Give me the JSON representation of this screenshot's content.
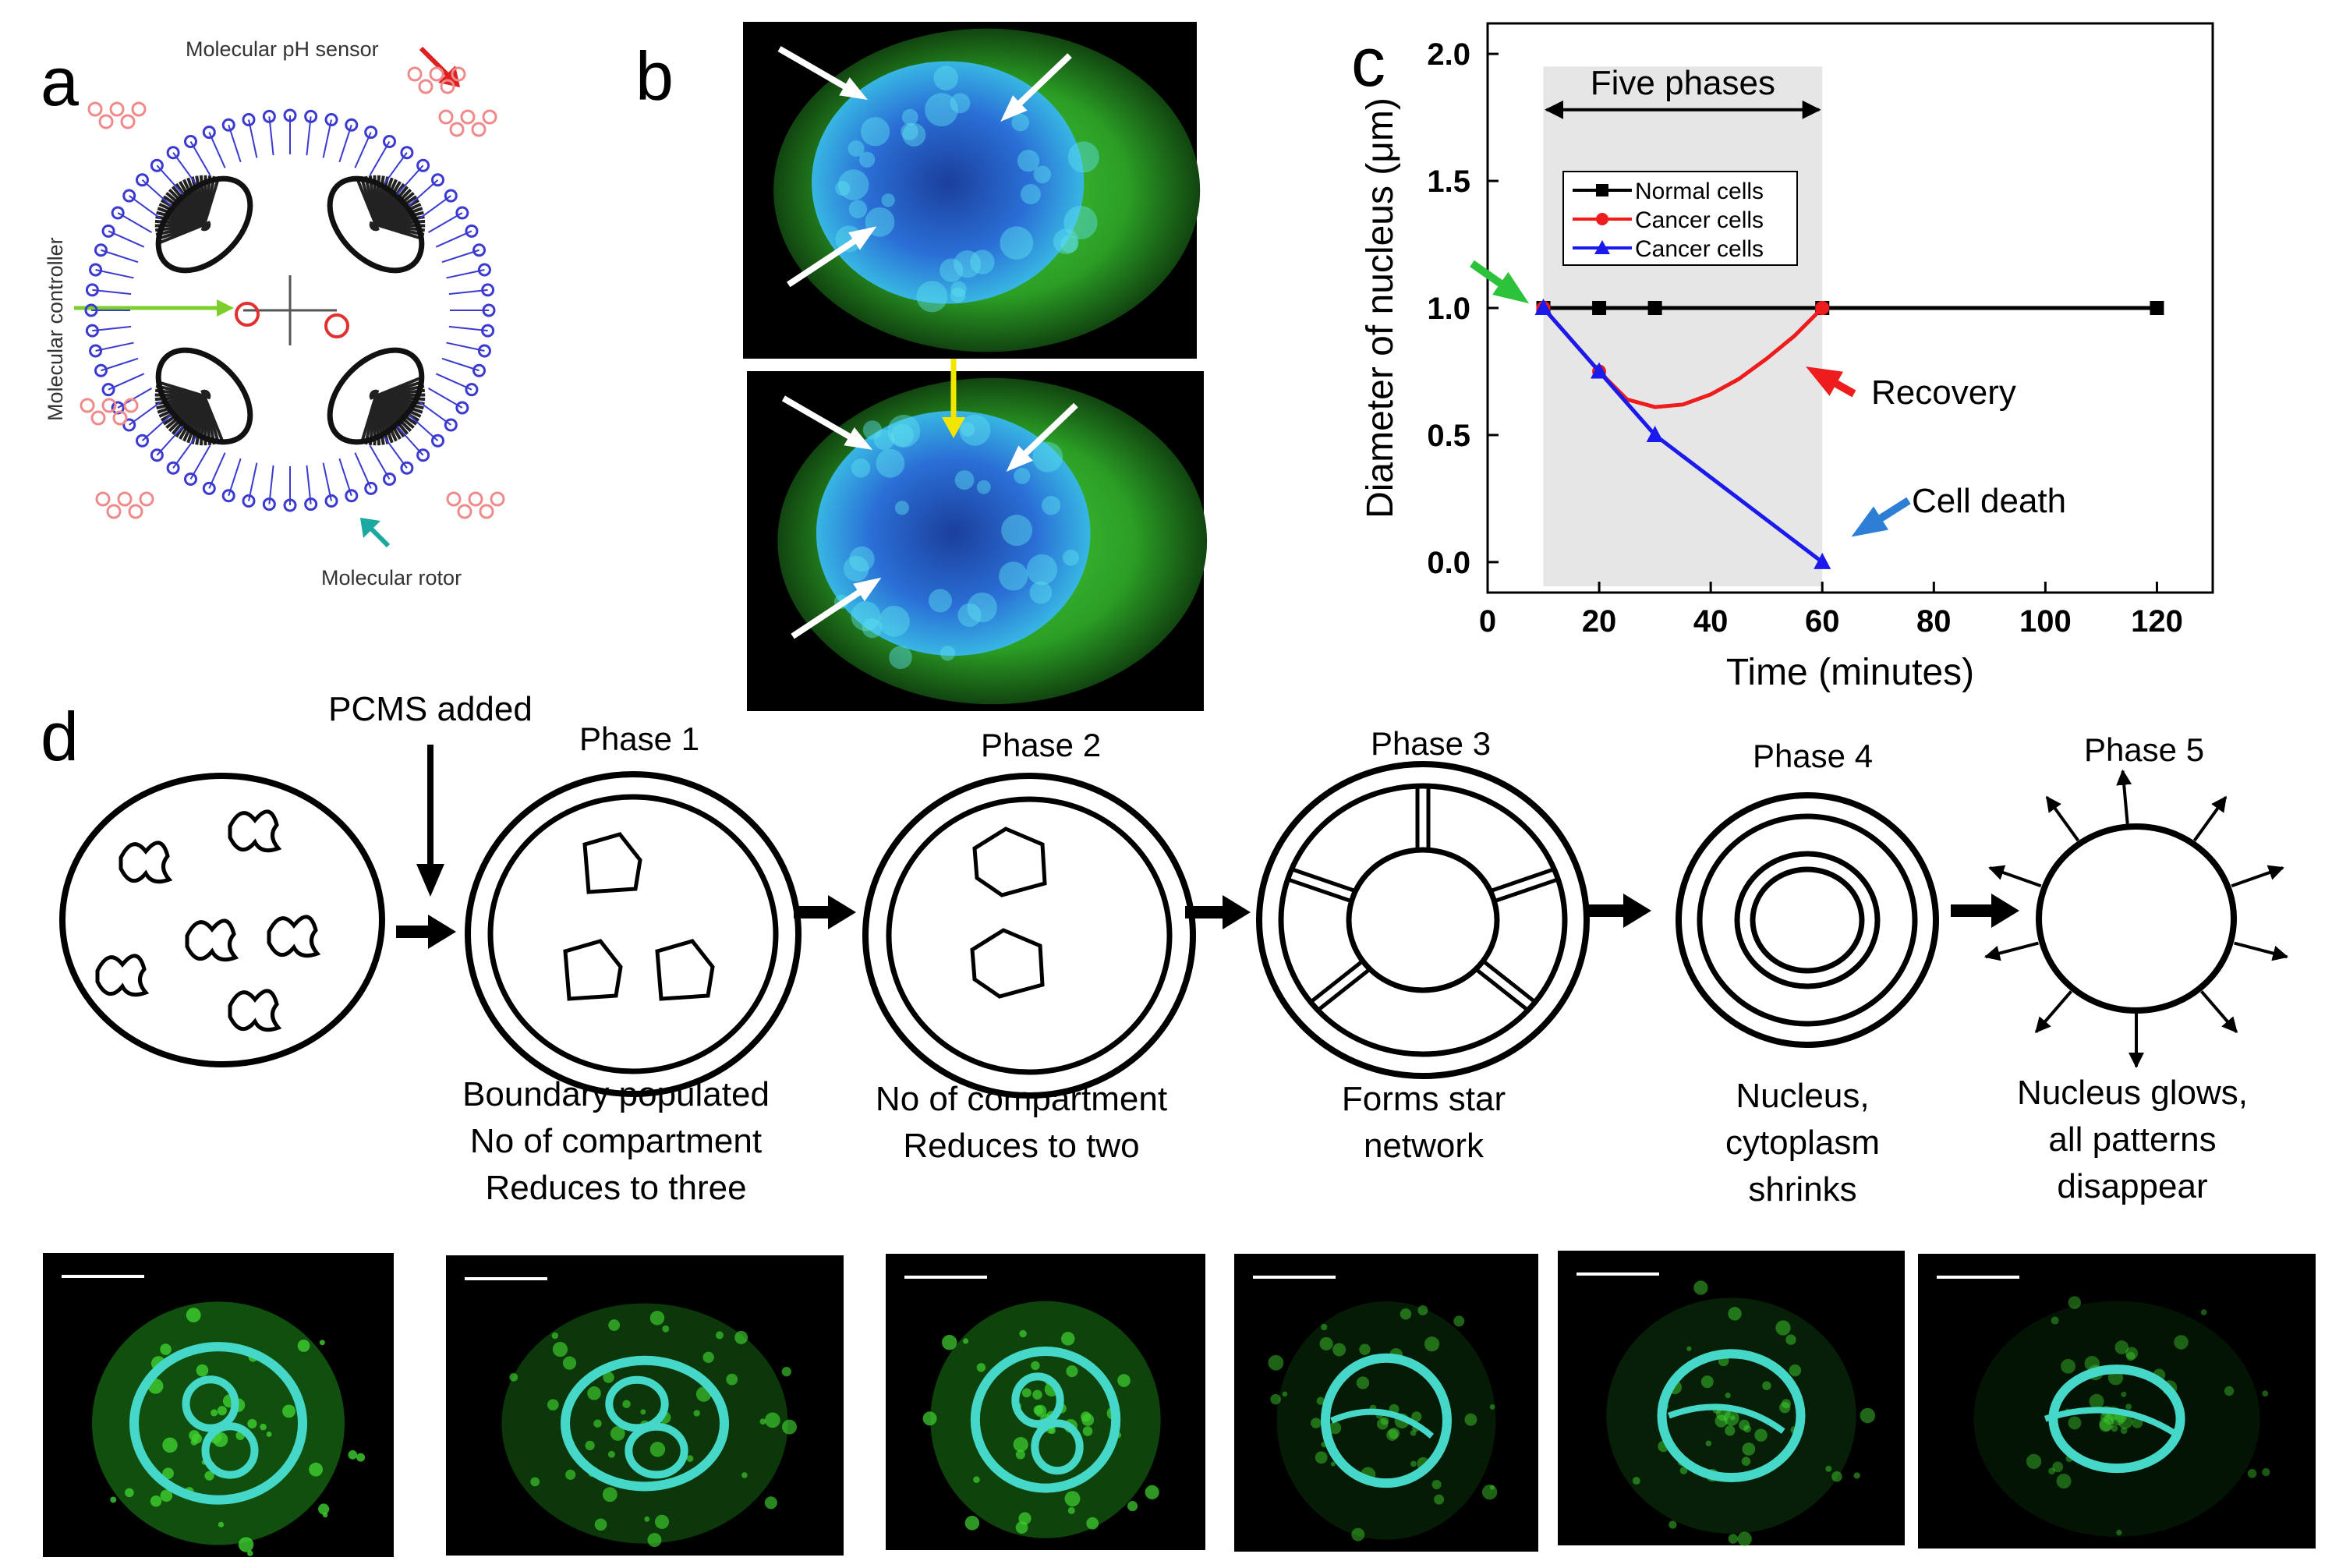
{
  "panel_labels": {
    "a": "a",
    "b": "b",
    "c": "c",
    "d": "d"
  },
  "panel_a": {
    "ph_sensor": "Molecular pH sensor",
    "controller": "Molecular controller",
    "rotor": "Molecular rotor"
  },
  "panel_d": {
    "pcms_added": "PCMS added",
    "phases": [
      {
        "title": "Phase 1",
        "desc": [
          "Boundary populated",
          "No of compartment",
          "Reduces to three"
        ]
      },
      {
        "title": "Phase 2",
        "desc": [
          "No of compartment",
          "Reduces to two"
        ]
      },
      {
        "title": "Phase 3",
        "desc": [
          "Forms star",
          "network"
        ]
      },
      {
        "title": "Phase 4",
        "desc": [
          "Nucleus,",
          "cytoplasm",
          "shrinks"
        ]
      },
      {
        "title": "Phase 5",
        "desc": [
          "Nucleus glows,",
          "all patterns",
          "disappear"
        ]
      }
    ]
  },
  "colors": {
    "normal": "#000000",
    "cancer_recovery": "#ee1c1c",
    "cancer_death": "#1a1aee",
    "cell_green": "#2fbf2a",
    "nucleus_cyan": "#3ad6d0",
    "nucleus_blue": "#1f5fd0",
    "shaded_region": "#e6e6e6"
  },
  "chart_data": {
    "type": "line",
    "xlabel": "Time (minutes)",
    "ylabel": "Diameter of nucleus (μm)",
    "xlim": [
      0,
      130
    ],
    "ylim": [
      -0.12,
      2.12
    ],
    "xticks": [
      0,
      20,
      40,
      60,
      80,
      100,
      120
    ],
    "yticks": [
      0.0,
      0.5,
      1.0,
      1.5,
      2.0
    ],
    "ytick_labels": [
      "0.0",
      "0.5",
      "1.0",
      "1.5",
      "2.0"
    ],
    "shaded_span": {
      "x": [
        10,
        60
      ],
      "label": "Five phases"
    },
    "legend_position": "upper-left",
    "series": [
      {
        "name": "Normal cells",
        "marker": "square",
        "color": "#000000",
        "x": [
          10,
          20,
          30,
          60,
          120
        ],
        "y": [
          1.0,
          1.0,
          1.0,
          1.0,
          1.0
        ],
        "curve": [
          [
            10,
            1.0
          ],
          [
            120,
            1.0
          ]
        ]
      },
      {
        "name": "Cancer cells",
        "marker": "circle",
        "color": "#ee1c1c",
        "x": [
          10,
          20,
          60
        ],
        "y": [
          1.0,
          0.75,
          1.0
        ],
        "curve": [
          [
            10,
            1.0
          ],
          [
            20,
            0.75
          ],
          [
            25,
            0.64
          ],
          [
            30,
            0.61
          ],
          [
            35,
            0.62
          ],
          [
            40,
            0.66
          ],
          [
            45,
            0.72
          ],
          [
            50,
            0.8
          ],
          [
            55,
            0.89
          ],
          [
            60,
            1.0
          ]
        ]
      },
      {
        "name": "Cancer cells",
        "marker": "triangle",
        "color": "#1a1aee",
        "x": [
          10,
          20,
          30,
          60
        ],
        "y": [
          1.0,
          0.75,
          0.5,
          0.0
        ],
        "curve": [
          [
            10,
            1.0
          ],
          [
            20,
            0.75
          ],
          [
            30,
            0.5
          ],
          [
            60,
            0.0
          ]
        ]
      }
    ],
    "annotations": [
      {
        "text": "Recovery",
        "x": 60,
        "y": 1.0
      },
      {
        "text": "Cell death",
        "x": 60,
        "y": 0.0
      }
    ]
  }
}
